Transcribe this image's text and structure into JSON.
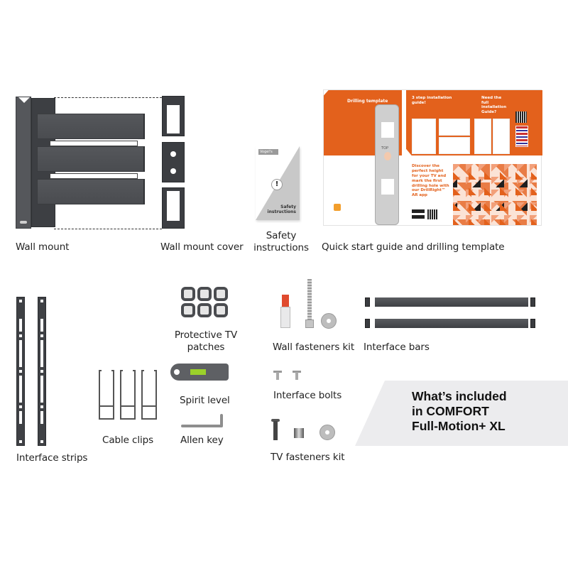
{
  "title": {
    "line1": "What’s included",
    "line2": "in COMFORT",
    "line3": "Full-Motion+ XL"
  },
  "items": {
    "wall_mount": "Wall mount",
    "wall_mount_cover": "Wall mount cover",
    "safety_instructions": {
      "line1": "Safety",
      "line2": "instructions"
    },
    "quick_start": "Quick start guide and drilling template",
    "interface_strips": "Interface strips",
    "cable_clips": "Cable clips",
    "protective_patches": {
      "line1": "Protective TV",
      "line2": "patches"
    },
    "spirit_level": "Spirit level",
    "allen_key": "Allen key",
    "wall_fasteners": "Wall fasteners kit",
    "interface_bolts": "Interface bolts",
    "tv_fasteners": "TV fasteners kit",
    "interface_bars": "Interface bars"
  },
  "booklet": {
    "brand": "Vogel's",
    "title_line1": "Safety",
    "title_line2": "instructions",
    "icon": "!"
  },
  "guide": {
    "drilling_title": "Drilling template",
    "steps_title": "3 step installation guide!",
    "need_full": "Need the full installation Guide?",
    "discover": "Discover the perfect height for your TV and mark the first drilling hole with our DrillRight™ AR app",
    "top_label": "TOP"
  },
  "colors": {
    "accent_orange": "#e3611c",
    "hardware_dark": "#4a4c50",
    "banner_bg": "#ececee",
    "level_green": "#9bd12a",
    "anchor_red": "#e04a2e"
  }
}
